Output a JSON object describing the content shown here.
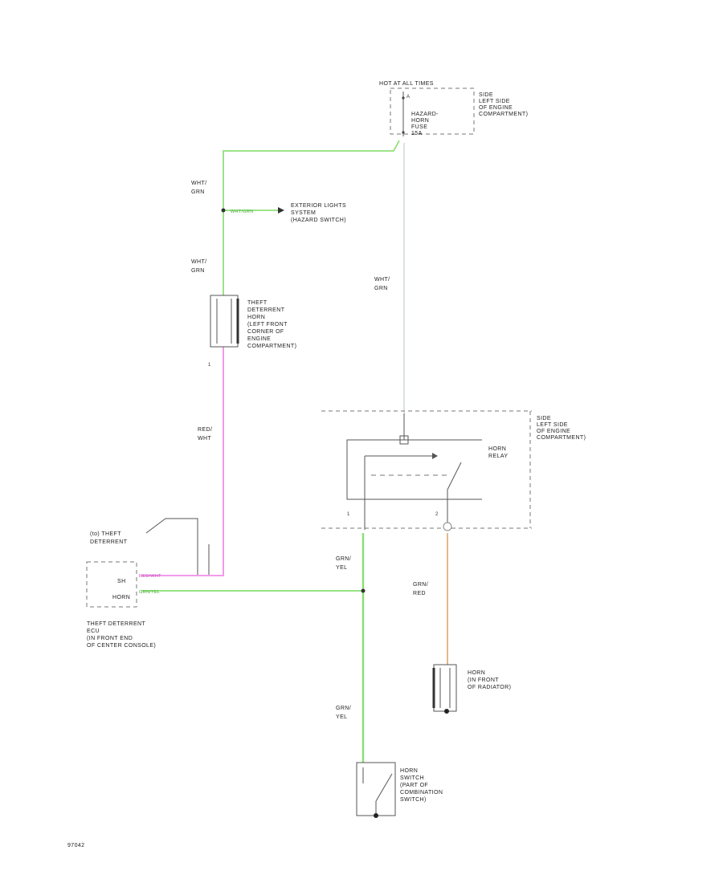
{
  "fuse_block": {
    "header": "HOT AT ALL TIMES",
    "fuse_label": [
      "HAZARD-",
      "HORN",
      "FUSE",
      "15A"
    ],
    "location": [
      "SIDE",
      "LEFT SIDE",
      "OF ENGINE",
      "COMPARTMENT)"
    ]
  },
  "wires": {
    "wht_grn_top": [
      "WHT/",
      "GRN"
    ],
    "wht_grn_mid": [
      "WHT/",
      "GRN"
    ],
    "wht_grn_right": [
      "WHT/",
      "GRN"
    ],
    "red_wht": [
      "RED/",
      "WHT"
    ],
    "grn_yel_top": [
      "GRN/",
      "YEL"
    ],
    "grn_yel_bottom": [
      "GRN/",
      "YEL"
    ],
    "grn_red": [
      "GRN/",
      "RED"
    ],
    "inline_wht_grn": "WHT/GRN",
    "inline_red_wht": "RED/WHT",
    "inline_grn_yel": "GRN/YEL"
  },
  "exterior_lights": [
    "EXTERIOR LIGHTS",
    "SYSTEM",
    "(HAZARD SWITCH)"
  ],
  "theft_horn": [
    "THEFT",
    "DETERRENT",
    "HORN",
    "(LEFT FRONT",
    "CORNER OF",
    "ENGINE",
    "COMPARTMENT)"
  ],
  "theft_horn_pin": "1",
  "relay_box_location": [
    "SIDE",
    "LEFT SIDE",
    "OF ENGINE",
    "COMPARTMENT)"
  ],
  "horn_relay": [
    "HORN",
    "RELAY"
  ],
  "relay_pins": [
    "1",
    "2"
  ],
  "theft_callout": [
    "(to) THEFT",
    "DETERRENT"
  ],
  "theft_ecu_box": [
    "SH",
    "HORN"
  ],
  "theft_ecu": [
    "THEFT DETERRENT",
    "ECU",
    "(IN FRONT END",
    "OF CENTER CONSOLE)"
  ],
  "horn_radiator": [
    "HORN",
    "(IN FRONT",
    "OF RADIATOR)"
  ],
  "horn_switch": [
    "HORN",
    "SWITCH",
    "(PART OF",
    "COMBINATION",
    "SWITCH)"
  ],
  "diagram_id": "97042",
  "colors": {
    "wht_grn": "#8fe07a",
    "red_wht": "#f08ee8",
    "grn_yel": "#88e070",
    "grn_red": "#e0b080"
  }
}
